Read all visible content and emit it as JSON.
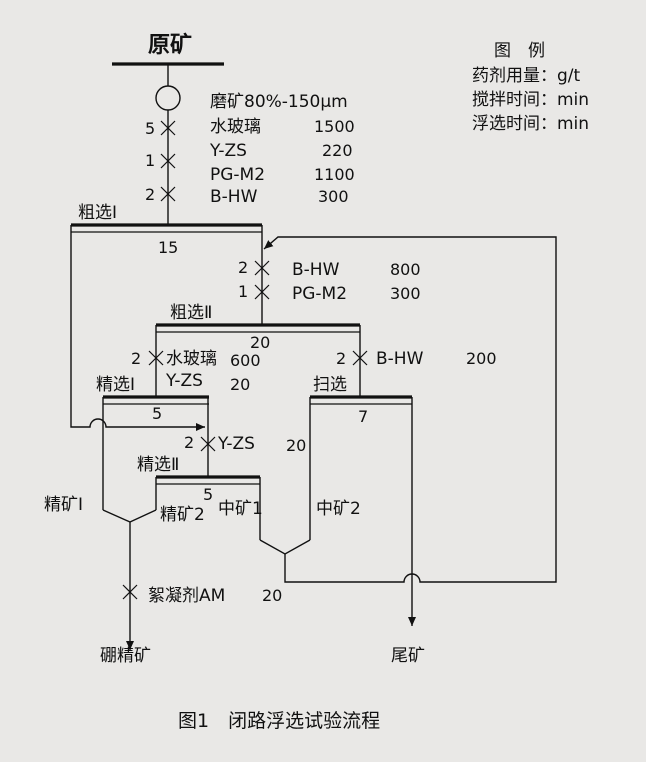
{
  "header": {
    "raw_ore": "原矿"
  },
  "legend": {
    "title": "图　例",
    "reagent_dose": "药剂用量：g/t",
    "stirring_time": "搅拌时间：min",
    "flotation_time": "浮选时间：min"
  },
  "grinding": {
    "label": "磨矿80%-150μm"
  },
  "feed_reagents": [
    {
      "time": "5",
      "name": "水玻璃",
      "dose": "1500"
    },
    {
      "time": "1",
      "name": "Y-ZS",
      "dose": "220"
    },
    {
      "time": "",
      "name": "PG-M2",
      "dose": "1100"
    },
    {
      "time": "2",
      "name": "B-HW",
      "dose": "300"
    }
  ],
  "rougher1": {
    "label": "粗选Ⅰ",
    "time": "15"
  },
  "rougher2_reagents": [
    {
      "time": "2",
      "name": "B-HW",
      "dose": "800"
    },
    {
      "time": "1",
      "name": "PG-M2",
      "dose": "300"
    }
  ],
  "rougher2": {
    "label": "粗选Ⅱ",
    "time": "20"
  },
  "cleaner1_reagents": {
    "time": "2",
    "name1": "水玻璃",
    "dose1": "600",
    "name2": "Y-ZS",
    "dose2": "20"
  },
  "scavenger_reagent": {
    "time": "2",
    "name": "B-HW",
    "dose": "200"
  },
  "cleaner1": {
    "label": "精选Ⅰ",
    "time": "5"
  },
  "scavenger": {
    "label": "扫选",
    "time": "7"
  },
  "cleaner2_reagent": {
    "time": "2",
    "name": "Y-ZS",
    "dose": "20"
  },
  "cleaner2": {
    "label": "精选Ⅱ",
    "time": "5"
  },
  "products": {
    "concentrate1": "精矿Ⅰ",
    "concentrate2": "精矿2",
    "middling1": "中矿1",
    "middling2": "中矿2"
  },
  "flocculant": {
    "name": "絮凝剂AM",
    "dose": "20"
  },
  "outputs": {
    "boron_concentrate": "硼精矿",
    "tailings": "尾矿"
  },
  "caption": "图1　闭路浮选试验流程"
}
